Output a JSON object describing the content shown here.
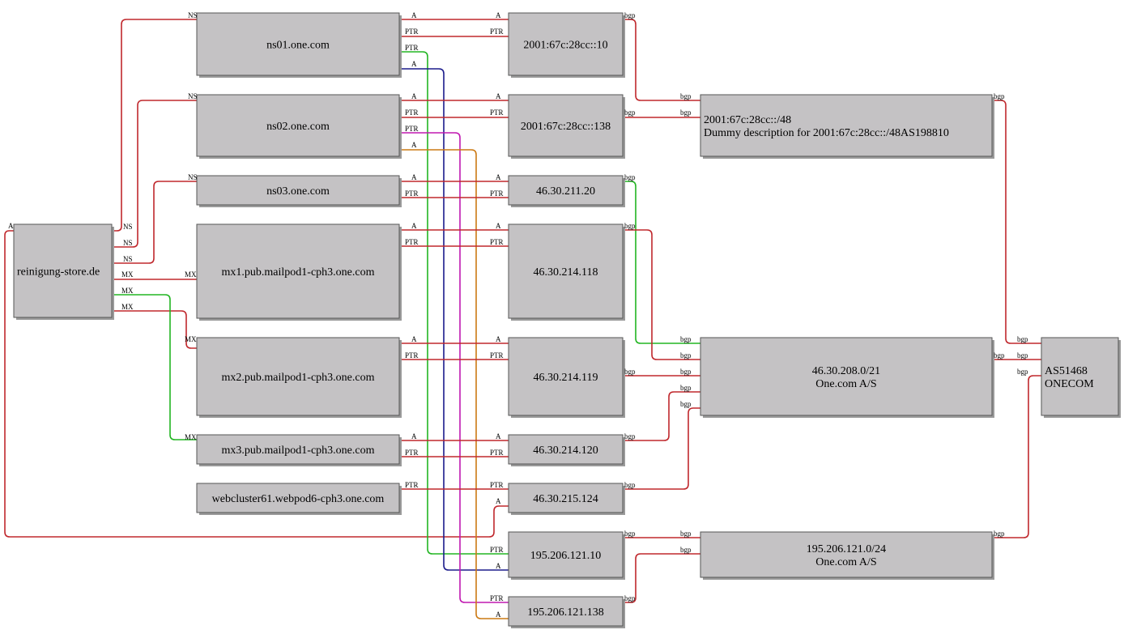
{
  "nodes": [
    {
      "id": "reinigung",
      "lines": [
        "reinigung-store.de"
      ],
      "align": "left"
    },
    {
      "id": "ns01",
      "lines": [
        "ns01.one.com"
      ]
    },
    {
      "id": "ns02",
      "lines": [
        "ns02.one.com"
      ]
    },
    {
      "id": "ns03",
      "lines": [
        "ns03.one.com"
      ]
    },
    {
      "id": "mx1",
      "lines": [
        "mx1.pub.mailpod1-cph3.one.com"
      ]
    },
    {
      "id": "mx2",
      "lines": [
        "mx2.pub.mailpod1-cph3.one.com"
      ]
    },
    {
      "id": "mx3",
      "lines": [
        "mx3.pub.mailpod1-cph3.one.com"
      ]
    },
    {
      "id": "webcluster",
      "lines": [
        "webcluster61.webpod6-cph3.one.com"
      ]
    },
    {
      "id": "ip_v6_10",
      "lines": [
        "2001:67c:28cc::10"
      ]
    },
    {
      "id": "ip_v6_138",
      "lines": [
        "2001:67c:28cc::138"
      ]
    },
    {
      "id": "ip_211_20",
      "lines": [
        "46.30.211.20"
      ]
    },
    {
      "id": "ip_214_118",
      "lines": [
        "46.30.214.118"
      ]
    },
    {
      "id": "ip_214_119",
      "lines": [
        "46.30.214.119"
      ]
    },
    {
      "id": "ip_214_120",
      "lines": [
        "46.30.214.120"
      ]
    },
    {
      "id": "ip_215_124",
      "lines": [
        "46.30.215.124"
      ]
    },
    {
      "id": "ip_121_10",
      "lines": [
        "195.206.121.10"
      ]
    },
    {
      "id": "ip_121_138",
      "lines": [
        "195.206.121.138"
      ]
    },
    {
      "id": "pfx_v6",
      "lines": [
        "2001:67c:28cc::/48",
        "Dummy description for 2001:67c:28cc::/48AS198810"
      ],
      "align": "left"
    },
    {
      "id": "pfx_208",
      "lines": [
        "46.30.208.0/21",
        "One.com A/S"
      ]
    },
    {
      "id": "pfx_121",
      "lines": [
        "195.206.121.0/24",
        "One.com A/S"
      ]
    },
    {
      "id": "as51468",
      "lines": [
        "AS51468",
        "ONECOM"
      ],
      "align": "left"
    }
  ],
  "edges": [
    {
      "from": "reinigung",
      "to": "ns01",
      "label": "NS",
      "color": "#c0282d"
    },
    {
      "from": "reinigung",
      "to": "ns02",
      "label": "NS",
      "color": "#c0282d"
    },
    {
      "from": "reinigung",
      "to": "ns03",
      "label": "NS",
      "color": "#c0282d"
    },
    {
      "from": "reinigung",
      "to": "mx1",
      "label": "MX",
      "color": "#c0282d"
    },
    {
      "from": "reinigung",
      "to": "mx2",
      "label": "MX",
      "color": "#c0282d"
    },
    {
      "from": "reinigung",
      "to": "mx3",
      "label": "MX",
      "color": "#22b522"
    },
    {
      "from": "reinigung",
      "to": "ip_215_124",
      "label": "A",
      "color": "#c0282d"
    },
    {
      "from": "ns01",
      "to": "ip_v6_10",
      "label": "A",
      "color": "#c0282d"
    },
    {
      "from": "ns01",
      "to": "ip_v6_10",
      "label": "PTR",
      "color": "#c0282d"
    },
    {
      "from": "ns01",
      "to": "ip_121_10",
      "label": "PTR",
      "color": "#22b522"
    },
    {
      "from": "ns01",
      "to": "ip_121_10",
      "label": "A",
      "color": "#1c1c8c"
    },
    {
      "from": "ns02",
      "to": "ip_v6_138",
      "label": "A",
      "color": "#c0282d"
    },
    {
      "from": "ns02",
      "to": "ip_v6_138",
      "label": "PTR",
      "color": "#c0282d"
    },
    {
      "from": "ns02",
      "to": "ip_121_138",
      "label": "PTR",
      "color": "#c018b0"
    },
    {
      "from": "ns02",
      "to": "ip_121_138",
      "label": "A",
      "color": "#cc7a14"
    },
    {
      "from": "ns03",
      "to": "ip_211_20",
      "label": "A",
      "color": "#c0282d"
    },
    {
      "from": "ns03",
      "to": "ip_211_20",
      "label": "PTR",
      "color": "#c0282d"
    },
    {
      "from": "mx1",
      "to": "ip_214_118",
      "label": "A",
      "color": "#c0282d"
    },
    {
      "from": "mx1",
      "to": "ip_214_118",
      "label": "PTR",
      "color": "#c0282d"
    },
    {
      "from": "mx2",
      "to": "ip_214_119",
      "label": "A",
      "color": "#c0282d"
    },
    {
      "from": "mx2",
      "to": "ip_214_119",
      "label": "PTR",
      "color": "#c0282d"
    },
    {
      "from": "mx3",
      "to": "ip_214_120",
      "label": "A",
      "color": "#c0282d"
    },
    {
      "from": "mx3",
      "to": "ip_214_120",
      "label": "PTR",
      "color": "#c0282d"
    },
    {
      "from": "webcluster",
      "to": "ip_215_124",
      "label": "PTR",
      "color": "#c0282d"
    },
    {
      "from": "ip_v6_10",
      "to": "pfx_v6",
      "label": "bgp",
      "color": "#c0282d"
    },
    {
      "from": "ip_v6_138",
      "to": "pfx_v6",
      "label": "bgp",
      "color": "#c0282d"
    },
    {
      "from": "ip_211_20",
      "to": "pfx_208",
      "label": "bgp",
      "color": "#22b522"
    },
    {
      "from": "ip_214_118",
      "to": "pfx_208",
      "label": "bgp",
      "color": "#c0282d"
    },
    {
      "from": "ip_214_119",
      "to": "pfx_208",
      "label": "bgp",
      "color": "#c0282d"
    },
    {
      "from": "ip_214_120",
      "to": "pfx_208",
      "label": "bgp",
      "color": "#c0282d"
    },
    {
      "from": "ip_215_124",
      "to": "pfx_208",
      "label": "bgp",
      "color": "#c0282d"
    },
    {
      "from": "ip_121_10",
      "to": "pfx_121",
      "label": "bgp",
      "color": "#c0282d"
    },
    {
      "from": "ip_121_138",
      "to": "pfx_121",
      "label": "bgp",
      "color": "#c0282d"
    },
    {
      "from": "pfx_v6",
      "to": "as51468",
      "label": "bgp",
      "color": "#c0282d"
    },
    {
      "from": "pfx_208",
      "to": "as51468",
      "label": "bgp",
      "color": "#c0282d"
    },
    {
      "from": "pfx_121",
      "to": "as51468",
      "label": "bgp",
      "color": "#c0282d"
    }
  ]
}
